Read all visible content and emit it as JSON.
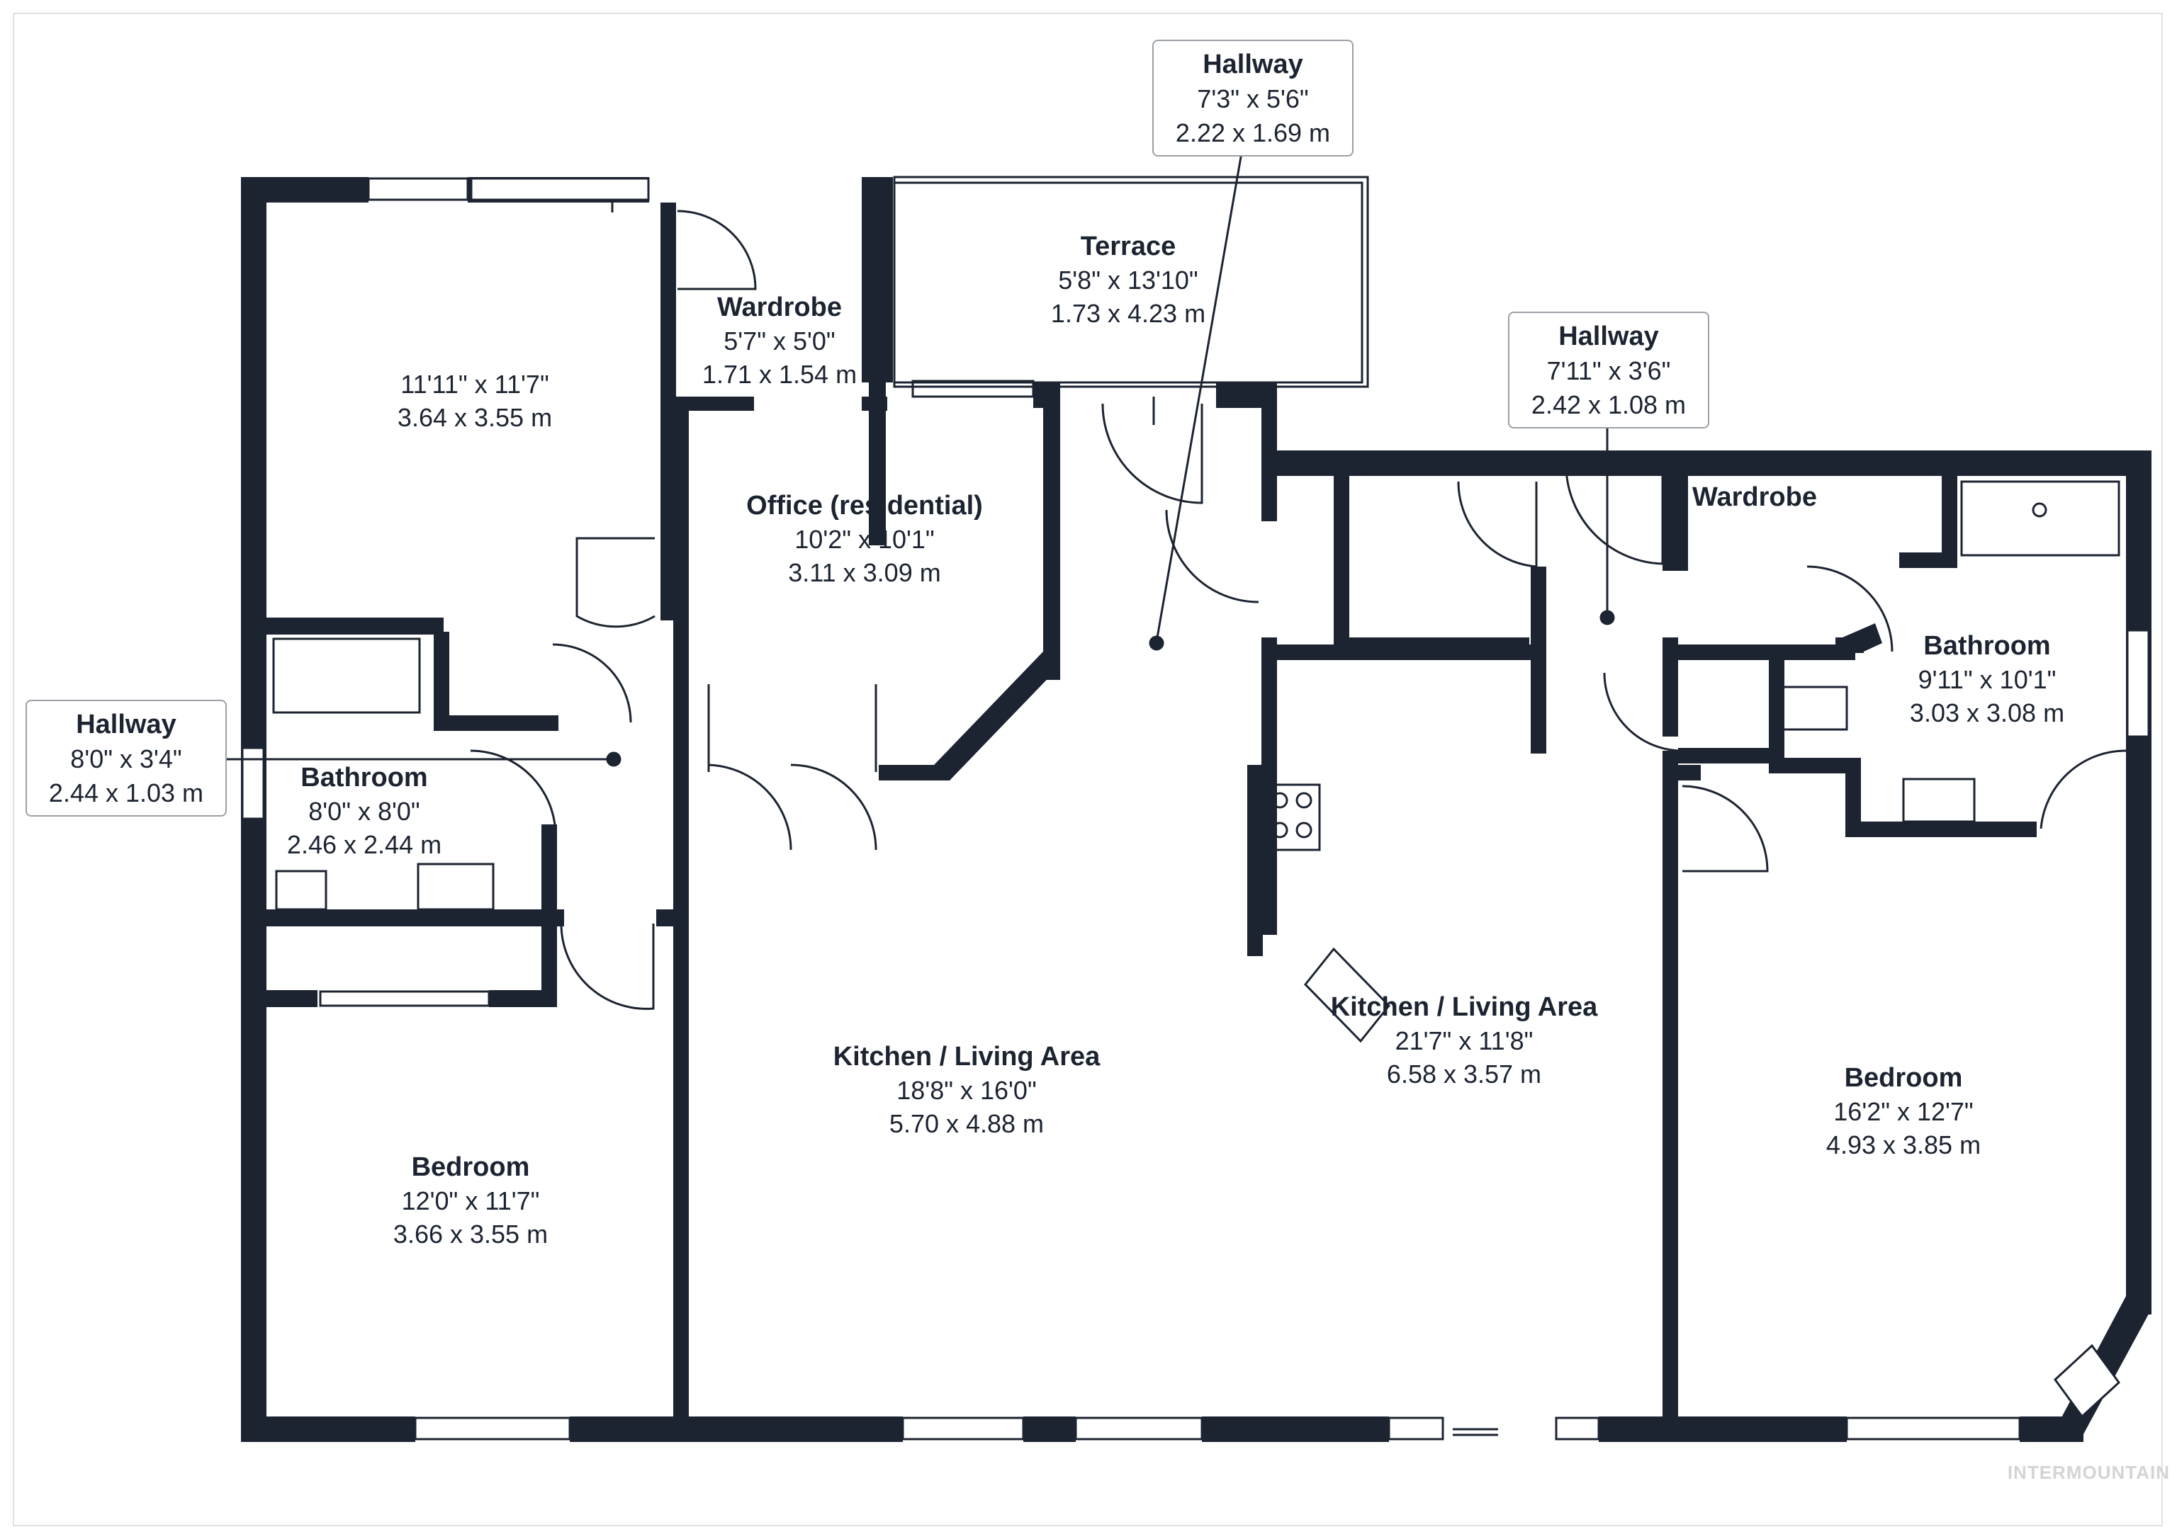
{
  "colors": {
    "wall": "#1c2431",
    "text": "#1c2431",
    "background": "#ffffff",
    "callout_border": "#9aa0a6"
  },
  "rooms": {
    "bedroom_nw": {
      "dim_imperial": "11'11\" x 11'7\"",
      "dim_metric": "3.64 x 3.55 m"
    },
    "wardrobe_n": {
      "name": "Wardrobe",
      "dim_imperial": "5'7\" x 5'0\"",
      "dim_metric": "1.71 x 1.54 m"
    },
    "terrace": {
      "name": "Terrace",
      "dim_imperial": "5'8\" x 13'10\"",
      "dim_metric": "1.73 x 4.23 m"
    },
    "office": {
      "name": "Office (residential)",
      "dim_imperial": "10'2\" x 10'1\"",
      "dim_metric": "3.11 x 3.09 m"
    },
    "bathroom_w": {
      "name": "Bathroom",
      "dim_imperial": "8'0\" x 8'0\"",
      "dim_metric": "2.46 x 2.44 m"
    },
    "kitchen_w": {
      "name": "Kitchen / Living Area",
      "dim_imperial": "18'8\" x 16'0\"",
      "dim_metric": "5.70 x 4.88 m"
    },
    "bedroom_sw": {
      "name": "Bedroom",
      "dim_imperial": "12'0\" x 11'7\"",
      "dim_metric": "3.66 x 3.55 m"
    },
    "kitchen_e": {
      "name": "Kitchen / Living Area",
      "dim_imperial": "21'7\" x 11'8\"",
      "dim_metric": "6.58 x 3.57 m"
    },
    "wardrobe_e": {
      "name": "Wardrobe"
    },
    "bathroom_e": {
      "name": "Bathroom",
      "dim_imperial": "9'11\" x 10'1\"",
      "dim_metric": "3.03 x 3.08 m"
    },
    "bedroom_e": {
      "name": "Bedroom",
      "dim_imperial": "16'2\" x 12'7\"",
      "dim_metric": "4.93 x 3.85 m"
    }
  },
  "callouts": {
    "hallway_top": {
      "name": "Hallway",
      "dim_imperial": "7'3\" x 5'6\"",
      "dim_metric": "2.22 x 1.69 m"
    },
    "hallway_right": {
      "name": "Hallway",
      "dim_imperial": "7'11\" x 3'6\"",
      "dim_metric": "2.42 x 1.08 m"
    },
    "hallway_left": {
      "name": "Hallway",
      "dim_imperial": "8'0\" x 3'4\"",
      "dim_metric": "2.44 x 1.03 m"
    }
  },
  "watermark": "INTERMOUNTAIN"
}
